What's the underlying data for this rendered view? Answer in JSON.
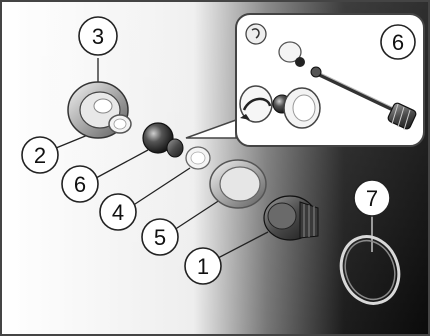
{
  "diagram": {
    "type": "exploded-parts-view",
    "callouts": [
      {
        "id": "part-3",
        "label": "3"
      },
      {
        "id": "part-2",
        "label": "2"
      },
      {
        "id": "part-6-main",
        "label": "6"
      },
      {
        "id": "part-4",
        "label": "4"
      },
      {
        "id": "part-5",
        "label": "5"
      },
      {
        "id": "part-1",
        "label": "1"
      },
      {
        "id": "part-7",
        "label": "7"
      },
      {
        "id": "part-6-inset",
        "label": "6"
      }
    ],
    "colors": {
      "background_light": "#ffffff",
      "background_dark": "#111111",
      "line": "#222222",
      "inset_fill": "#ffffff"
    }
  }
}
